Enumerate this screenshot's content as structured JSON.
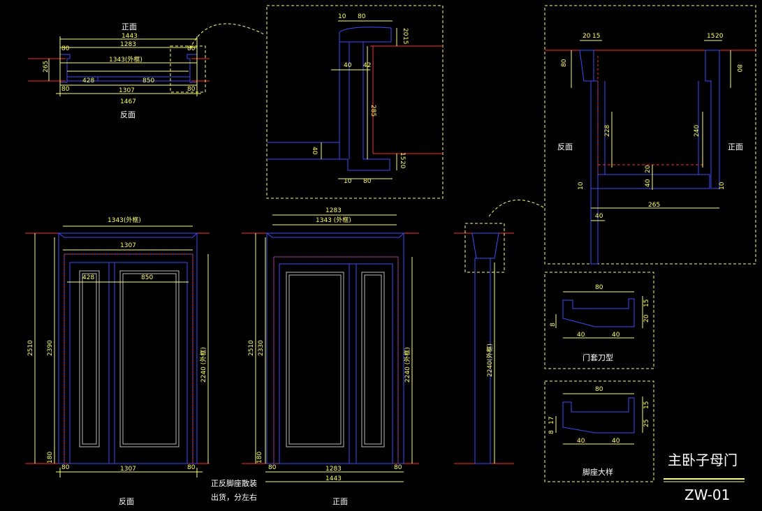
{
  "plan_top": {
    "label_front": "正面",
    "label_back": "反面",
    "dims": [
      "1443",
      "1283",
      "80",
      "80",
      "1343(外框)",
      "265",
      "428",
      "850",
      "80",
      "1307",
      "80",
      "1467"
    ]
  },
  "detail_a": {
    "dims": [
      "10",
      "80",
      "15",
      "20",
      "40",
      "42",
      "285",
      "40",
      "20",
      "15",
      "10",
      "80"
    ]
  },
  "detail_b": {
    "label_back": "反面",
    "label_front": "正面",
    "dims": [
      "20",
      "15",
      "15",
      "20",
      "80",
      "80",
      "228",
      "240",
      "20",
      "40",
      "10",
      "10",
      "265",
      "40"
    ]
  },
  "elev_back": {
    "title": "反面",
    "dims": [
      "1343(外框)",
      "1307",
      "428",
      "850",
      "2510",
      "2390",
      "2240 (外框)",
      "180",
      "80",
      "1307",
      "80"
    ]
  },
  "elev_front": {
    "title": "正面",
    "dims": [
      "1283",
      "1343 (外框)",
      "2510",
      "2330",
      "2240 (外框)",
      "180",
      "80",
      "1283",
      "80",
      "1443"
    ]
  },
  "note": {
    "line1": "正反脚座散装",
    "line2": "出货，分左右"
  },
  "side": {
    "dim": "2240(外框)"
  },
  "profile_a": {
    "name": "门套刀型",
    "dims": [
      "80",
      "15",
      "20",
      "8",
      "40",
      "40"
    ]
  },
  "profile_b": {
    "name": "脚座大样",
    "dims": [
      "80",
      "15",
      "8",
      "17",
      "25",
      "40",
      "40"
    ]
  },
  "title_block": {
    "title": "主卧子母门",
    "code": "ZW-01"
  }
}
